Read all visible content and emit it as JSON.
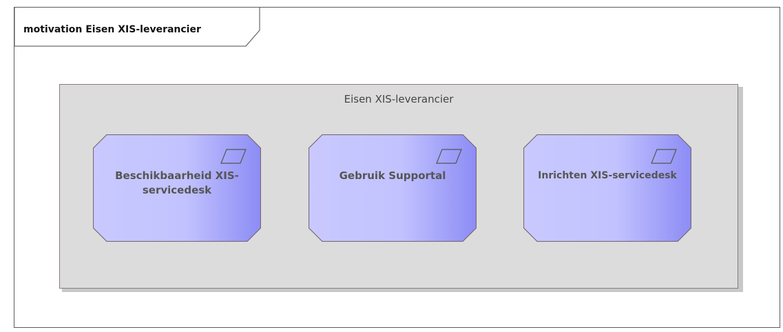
{
  "diagram": {
    "kind": "motivation",
    "title": "motivation Eisen XIS-leverancier"
  },
  "group": {
    "label": "Eisen XIS-leverancier"
  },
  "requirements": [
    {
      "label": "Beschikbaarheid XIS-servicedesk",
      "icon": "requirement-icon"
    },
    {
      "label": "Gebruik Supportal",
      "icon": "requirement-icon"
    },
    {
      "label": "Inrichten XIS-servicedesk",
      "icon": "requirement-icon"
    }
  ],
  "colors": {
    "requirement_fill_start": "#c9c9ff",
    "requirement_fill_end": "#8c8cf5",
    "requirement_border": "#7a6a72",
    "group_fill": "#dcdcdc",
    "group_border": "#8a7a84"
  }
}
